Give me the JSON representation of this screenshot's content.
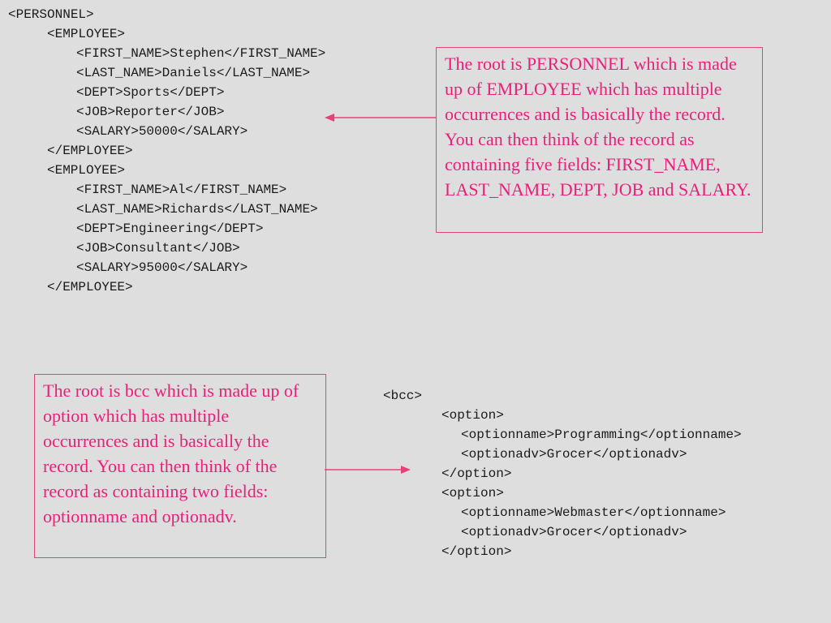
{
  "personnel_xml": {
    "lines": [
      "<PERSONNEL>",
      "<EMPLOYEE>",
      "<FIRST_NAME>Stephen</FIRST_NAME>",
      "<LAST_NAME>Daniels</LAST_NAME>",
      "<DEPT>Sports</DEPT>",
      "<JOB>Reporter</JOB>",
      "<SALARY>50000</SALARY>",
      "</EMPLOYEE>",
      "<EMPLOYEE>",
      "<FIRST_NAME>Al</FIRST_NAME>",
      "<LAST_NAME>Richards</LAST_NAME>",
      "<DEPT>Engineering</DEPT>",
      "<JOB>Consultant</JOB>",
      "<SALARY>95000</SALARY>",
      "</EMPLOYEE>"
    ]
  },
  "personnel_note": {
    "text": "The root is PERSONNEL which is made up of EMPLOYEE which has multiple occurrences and is basically the record.  You can then think of the record as containing five fields: FIRST_NAME, LAST_NAME, DEPT, JOB and SALARY."
  },
  "bcc_xml": {
    "lines": [
      "<bcc>",
      "<option>",
      "<optionname>Programming</optionname>",
      "<optionadv>Grocer</optionadv>",
      "</option>",
      "<option>",
      "<optionname>Webmaster</optionname>",
      "<optionadv>Grocer</optionadv>",
      "</option>"
    ]
  },
  "bcc_note": {
    "text": "The root is bcc which is made up of option which has multiple occurrences and is basically the record.  You can then think of the record as containing two fields: optionname and optionadv."
  },
  "colors": {
    "note_text": "#e8207a",
    "note_border": "#e8407a",
    "arrow": "#e8407a",
    "background": "#dedede"
  }
}
